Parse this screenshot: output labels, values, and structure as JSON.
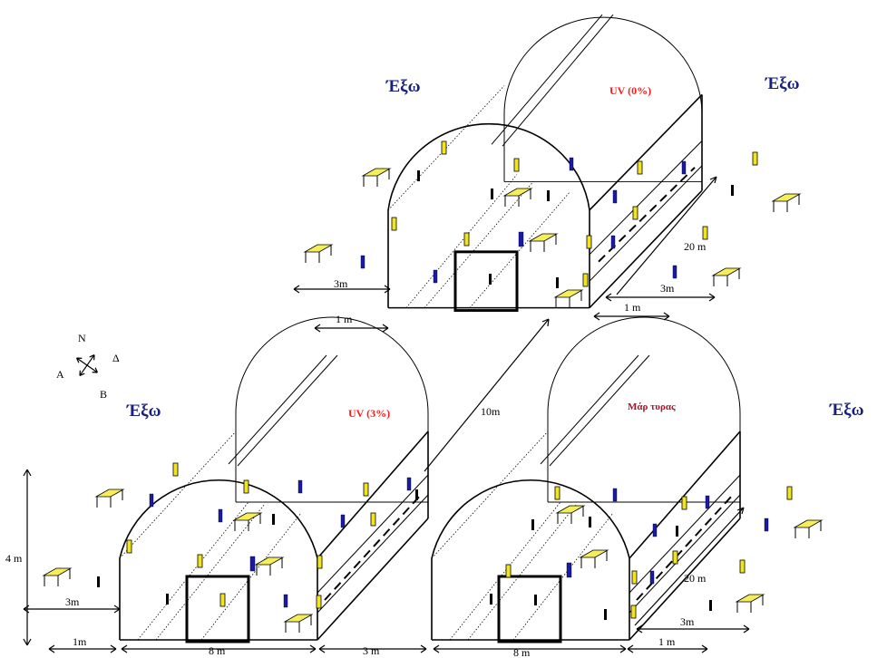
{
  "labels": {
    "outside": "Έξω",
    "uv0": "UV (0%)",
    "uv3": "UV (3%)",
    "control": "Μάρ τυρας"
  },
  "dimensions": {
    "d_3m": "3m",
    "d_1m": "1 m",
    "d_1m_b": "1m",
    "d_20m": "20 m",
    "d_10m": "10m",
    "d_4m": "4 m",
    "d_8m": "8 m",
    "d_3m_gap": "3 m"
  },
  "compass": {
    "north": "N",
    "east": "Δ",
    "west": "Α",
    "south": "Β"
  },
  "colors": {
    "outside_text": "#17207a",
    "uv_text": "#ff1a1a",
    "control_text": "#b0102a",
    "sensor_yellow": "#f2e41f",
    "sensor_blue": "#1a1aa8"
  }
}
